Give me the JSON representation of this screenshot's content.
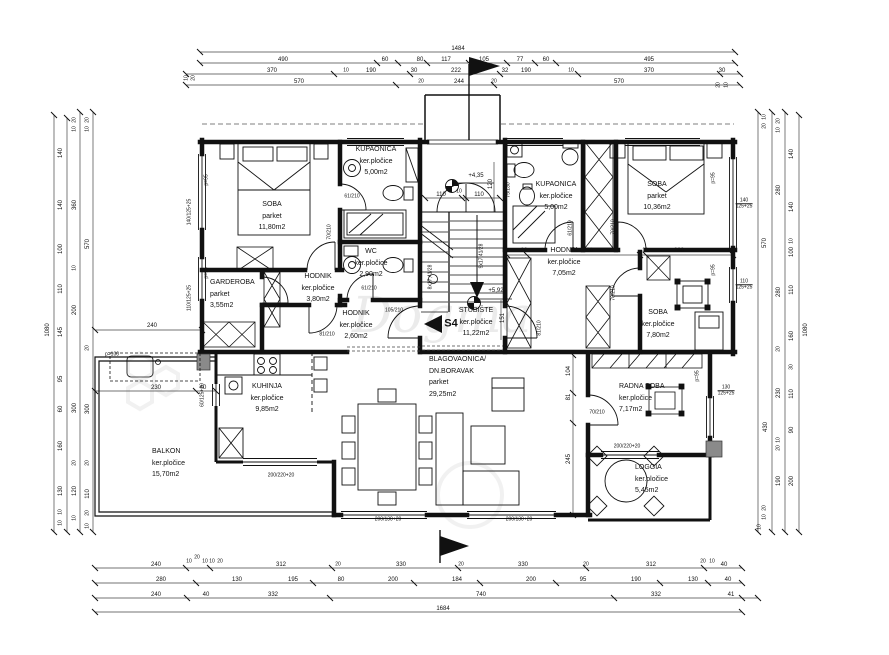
{
  "watermark": "Dogma",
  "rooms": [
    {
      "lines": [
        "SOBA",
        "parket",
        "11,80m2"
      ]
    },
    {
      "lines": [
        "KUPAONICA",
        "ker.pločice",
        "5,00m2"
      ]
    },
    {
      "lines": [
        "WC",
        "ker.pločice",
        "2,90m2"
      ]
    },
    {
      "lines": [
        "GARDEROBA",
        "parket",
        "3,55m2"
      ]
    },
    {
      "lines": [
        "HODNIK",
        "ker.pločice",
        "3,80m2"
      ]
    },
    {
      "lines": [
        "HODNIK",
        "ker.pločice",
        "2,60m2"
      ]
    },
    {
      "lines": [
        "STUBIŠTE",
        "ker.pločice",
        "11,22m2"
      ]
    },
    {
      "lines": [
        "KUPAONICA",
        "ker.pločice",
        "5,00m2"
      ]
    },
    {
      "lines": [
        "SOBA",
        "parket",
        "10,36m2"
      ]
    },
    {
      "lines": [
        "HODNIK",
        "ker.pločice",
        "7,05m2"
      ]
    },
    {
      "lines": [
        "SOBA",
        "ker.pločice",
        "7,80m2"
      ]
    },
    {
      "lines": [
        "KUHINJA",
        "ker.pločice",
        "9,85m2"
      ]
    },
    {
      "lines": [
        "BLAGOVAONICA/",
        "DN.BORAVAK",
        "parket",
        "29,25m2"
      ]
    },
    {
      "lines": [
        "BALKON",
        "ker.pločice",
        "15,70m2"
      ]
    },
    {
      "lines": [
        "RADNA SOBA",
        "ker.pločice",
        "7,17m2"
      ]
    },
    {
      "lines": [
        "LOGGIA",
        "ker.pločice",
        "5,45m2"
      ]
    }
  ],
  "stairs": {
    "marker": "S4",
    "level_upper": "+4,35",
    "level_lower": "+5,92",
    "flight_left": "8x17,41/28",
    "flight_right": "9x17,41/28"
  },
  "dims": [
    "1484",
    "490",
    "60",
    "80",
    "117",
    "105",
    "77",
    "60",
    "495",
    "370",
    "10",
    "190",
    "30",
    "222",
    "32",
    "190",
    "10",
    "370",
    "30",
    "570",
    "20",
    "244",
    "20",
    "570",
    "10",
    "20",
    "20",
    "10",
    "240",
    "10",
    "20",
    "10",
    "10",
    "20",
    "312",
    "20",
    "330",
    "20",
    "330",
    "20",
    "312",
    "20",
    "10",
    "40",
    "280",
    "130",
    "195",
    "80",
    "200",
    "184",
    "200",
    "95",
    "190",
    "130",
    "40",
    "240",
    "40",
    "332",
    "740",
    "332",
    "41",
    "1684",
    "1080",
    "140",
    "140",
    "100",
    "110",
    "145",
    "95",
    "60",
    "160",
    "130",
    "10",
    "10",
    "20",
    "10",
    "360",
    "10",
    "200",
    "300",
    "20",
    "120",
    "10",
    "20",
    "10",
    "570",
    "20",
    "300",
    "20",
    "110",
    "20",
    "10",
    "10",
    "20",
    "20",
    "10",
    "280",
    "280",
    "20",
    "570",
    "140",
    "140",
    "10",
    "100",
    "110",
    "160",
    "30",
    "1080",
    "430",
    "230",
    "110",
    "90",
    "10",
    "20",
    "190",
    "200",
    "20",
    "10",
    "10",
    "110",
    "10",
    "110",
    "120",
    "300",
    "60",
    "10",
    "200",
    "230",
    "40",
    "240",
    "104",
    "81",
    "245",
    "151"
  ],
  "small_labels": [
    "61/210",
    "70/210",
    "61/210",
    "81/210",
    "105/210",
    "75/130",
    "61/210",
    "70/210",
    "70/210",
    "81/210",
    "70/210",
    "140/125+25",
    "110/125+25",
    "140/125+25",
    "110/125+25",
    "130/125+25",
    "200/220+20",
    "200/220+20",
    "200/130+20",
    "200/130+20",
    "60/125+20",
    "p=95",
    "p=95",
    "p=95",
    "p=95",
    "p=95",
    "p=100"
  ]
}
